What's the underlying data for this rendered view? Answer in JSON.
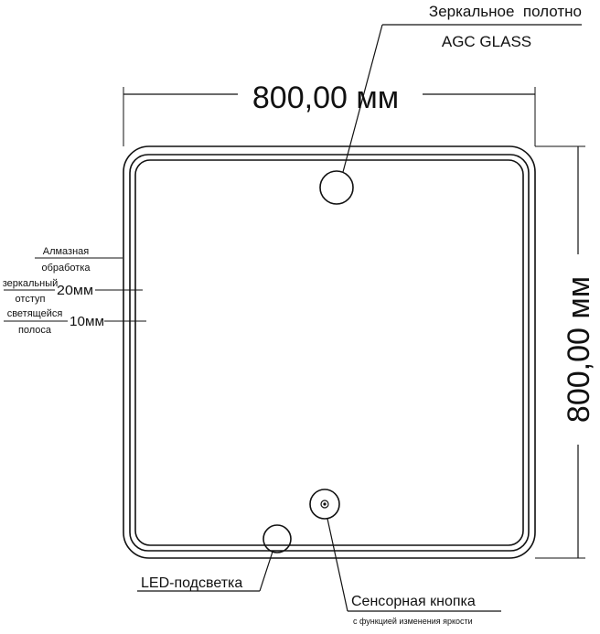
{
  "width_label": "800,00 мм",
  "height_label": "800,00 мм",
  "callouts": {
    "mirror_sheet": {
      "line1": "Зеркальное  полотно",
      "line2": "AGC GLASS"
    },
    "led": "LED-подсветка",
    "sensor": {
      "line1": "Сенсорная кнопка",
      "line2": "с функцией изменения яркости"
    }
  },
  "left_labels": {
    "diamond": {
      "line1": "Алмазная",
      "line2": "обработка"
    },
    "mirror_offset": {
      "line1": "зеркальный",
      "line2": "отступ",
      "value": "20мм"
    },
    "light_strip": {
      "line1": "светящейся",
      "line2": "полоса",
      "value": "10мм"
    }
  },
  "colors": {
    "ink": "#111111",
    "background": "#ffffff"
  }
}
